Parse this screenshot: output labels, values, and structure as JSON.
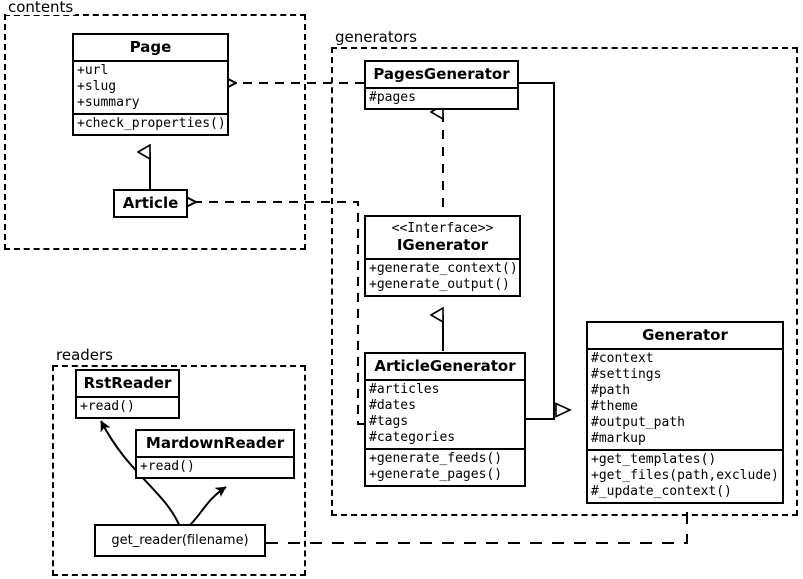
{
  "diagram": {
    "type": "uml-class-diagram",
    "background": "#ffffff",
    "line_color": "#000000"
  },
  "packages": [
    {
      "id": "contents",
      "label": "contents"
    },
    {
      "id": "generators",
      "label": "generators"
    },
    {
      "id": "readers",
      "label": "readers"
    }
  ],
  "classes": {
    "page": {
      "name": "Page",
      "attributes": [
        "+url",
        "+slug",
        "+summary"
      ],
      "operations": [
        "+check_properties()"
      ]
    },
    "article": {
      "name": "Article",
      "attributes": [],
      "operations": []
    },
    "pages_generator": {
      "name": "PagesGenerator",
      "attributes": [
        "#pages"
      ],
      "operations": []
    },
    "igenerator": {
      "stereotype": "<<Interface>>",
      "name": "IGenerator",
      "attributes": [],
      "operations": [
        "+generate_context()",
        "+generate_output()"
      ]
    },
    "article_generator": {
      "name": "ArticleGenerator",
      "attributes": [
        "#articles",
        "#dates",
        "#tags",
        "#categories"
      ],
      "operations": [
        "+generate_feeds()",
        "+generate_pages()"
      ]
    },
    "generator": {
      "name": "Generator",
      "attributes": [
        "#context",
        "#settings",
        "#path",
        "#theme",
        "#output_path",
        "#markup"
      ],
      "operations": [
        "+get_templates()",
        "+get_files(path,exclude)",
        "#_update_context()"
      ]
    },
    "rst_reader": {
      "name": "RstReader",
      "attributes": [],
      "operations": [
        "+read()"
      ]
    },
    "mardown_reader": {
      "name": "MardownReader",
      "attributes": [],
      "operations": [
        "+read()"
      ]
    },
    "get_reader": {
      "name": "get_reader(filename)",
      "attributes": [],
      "operations": []
    }
  },
  "relationships": [
    {
      "from": "pages_generator",
      "to": "page",
      "kind": "dependency",
      "style": "dashed"
    },
    {
      "from": "article_generator",
      "to": "article",
      "kind": "dependency",
      "style": "dashed"
    },
    {
      "from": "article",
      "to": "page",
      "kind": "generalization",
      "style": "solid"
    },
    {
      "from": "pages_generator",
      "to": "igenerator",
      "kind": "realization",
      "style": "dashed"
    },
    {
      "from": "article_generator",
      "to": "igenerator",
      "kind": "generalization",
      "style": "solid"
    },
    {
      "from": "pages_generator",
      "to": "generator",
      "kind": "generalization",
      "style": "solid"
    },
    {
      "from": "article_generator",
      "to": "generator",
      "kind": "generalization",
      "style": "solid"
    },
    {
      "from": "generator",
      "to": "get_reader",
      "kind": "dependency",
      "style": "dashed"
    },
    {
      "from": "get_reader",
      "to": "rst_reader",
      "kind": "association",
      "style": "curved-solid"
    },
    {
      "from": "get_reader",
      "to": "mardown_reader",
      "kind": "association",
      "style": "curved-solid"
    }
  ]
}
